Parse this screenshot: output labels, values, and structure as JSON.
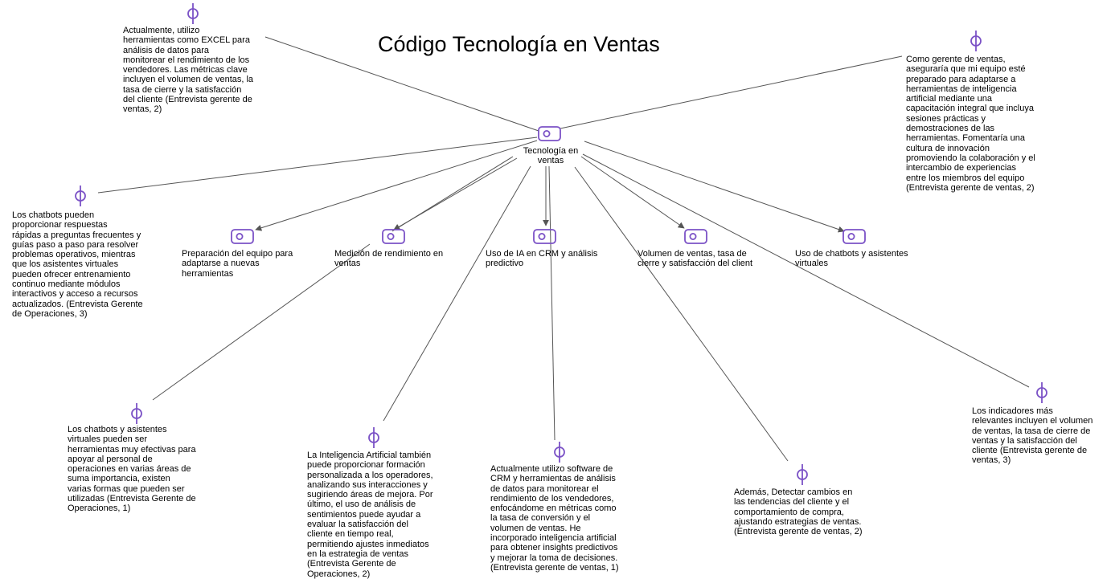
{
  "title": "Código Tecnología en Ventas",
  "central_code": {
    "label_lines": [
      "Tecnología en",
      "ventas"
    ]
  },
  "codes": [
    {
      "id": "preparacion",
      "label_lines": [
        "Preparación del equipo para",
        "adaptarse a nuevas",
        "herramientas"
      ]
    },
    {
      "id": "medicion",
      "label_lines": [
        "Medición de rendimiento en",
        "ventas"
      ]
    },
    {
      "id": "uso-ia",
      "label_lines": [
        "Uso de IA en CRM y análisis",
        "predictivo"
      ]
    },
    {
      "id": "volumen",
      "label_lines": [
        "Volumen de ventas, tasa de",
        "cierre y satisfacción del client"
      ]
    },
    {
      "id": "chatbots",
      "label_lines": [
        "Uso de chatbots y asistentes",
        "virtuales"
      ]
    }
  ],
  "quotes": [
    {
      "id": "excel",
      "text": "Actualmente, utilizo\nherramientas como EXCEL para\nanálisis de datos para\nmonitorear el rendimiento de los\nvendedores. Las métricas clave\nincluyen el volumen de ventas, la\ntasa de cierre y la satisfacción\ndel cliente (Entrevista gerente de\nventas, 2)"
    },
    {
      "id": "gerente-ia",
      "text": "Como gerente de ventas,\naseguraría que mi equipo esté\npreparado para adaptarse a\nherramientas de inteligencia\nartificial mediante una\ncapacitación integral que incluya\nsesiones prácticas y\ndemostraciones de las\nherramientas. Fomentaría una\ncultura de innovación\npromoviendo la colaboración y el\nintercambio de experiencias\nentre los miembros del equipo\n(Entrevista gerente de ventas, 2)"
    },
    {
      "id": "chatbots-respuestas",
      "text": "Los chatbots pueden\nproporcionar respuestas\nrápidas a preguntas frecuentes y\nguías paso a paso para resolver\nproblemas operativos, mientras\nque los asistentes virtuales\npueden ofrecer entrenamiento\ncontinuo mediante módulos\ninteractivos y acceso a recursos\nactualizados. (Entrevista Gerente\nde Operaciones, 3)"
    },
    {
      "id": "chatbots-herramientas",
      "text": "Los chatbots y asistentes\nvirtuales pueden ser\nherramientas muy efectivas para\napoyar al personal de\noperaciones en varias áreas de\nsuma importancia, existen\nvarias formas que pueden ser\nutilizadas (Entrevista Gerente de\nOperaciones, 1)"
    },
    {
      "id": "ia-formacion",
      "text": "La Inteligencia Artificial también\npuede proporcionar formación\npersonalizada a los operadores,\nanalizando sus interacciones y\nsugiriendo áreas de mejora. Por\núltimo, el uso de análisis de\nsentimientos puede ayudar a\nevaluar la satisfacción del\ncliente en tiempo real,\npermitiendo ajustes inmediatos\nen la estrategia de ventas\n(Entrevista Gerente de\nOperaciones, 2)"
    },
    {
      "id": "crm",
      "text": "Actualmente utilizo software de\nCRM y herramientas de análisis\nde datos para monitorear el\nrendimiento de los vendedores,\nenfocándome en métricas como\nla tasa de conversión y el\nvolumen de ventas. He\nincorporado inteligencia artificial\npara obtener insights predictivos\ny mejorar la toma de decisiones.\n(Entrevista gerente de ventas, 1)"
    },
    {
      "id": "detectar",
      "text": "Además, Detectar cambios en\nlas tendencias del cliente y el\ncomportamiento de compra,\najustando estrategias de ventas.\n(Entrevista gerente de ventas, 2)"
    },
    {
      "id": "indicadores",
      "text": "Los indicadores más\nrelevantes incluyen el volumen\nde ventas, la tasa de cierre de\nventas y la satisfacción del\ncliente (Entrevista gerente de\nventas, 3)"
    }
  ],
  "colors": {
    "node": "#7B52C6",
    "edge": "#555555",
    "text": "#000000",
    "background": "#ffffff"
  },
  "icons": {
    "code": "code-tag-icon",
    "quote": "quote-pin-icon"
  }
}
